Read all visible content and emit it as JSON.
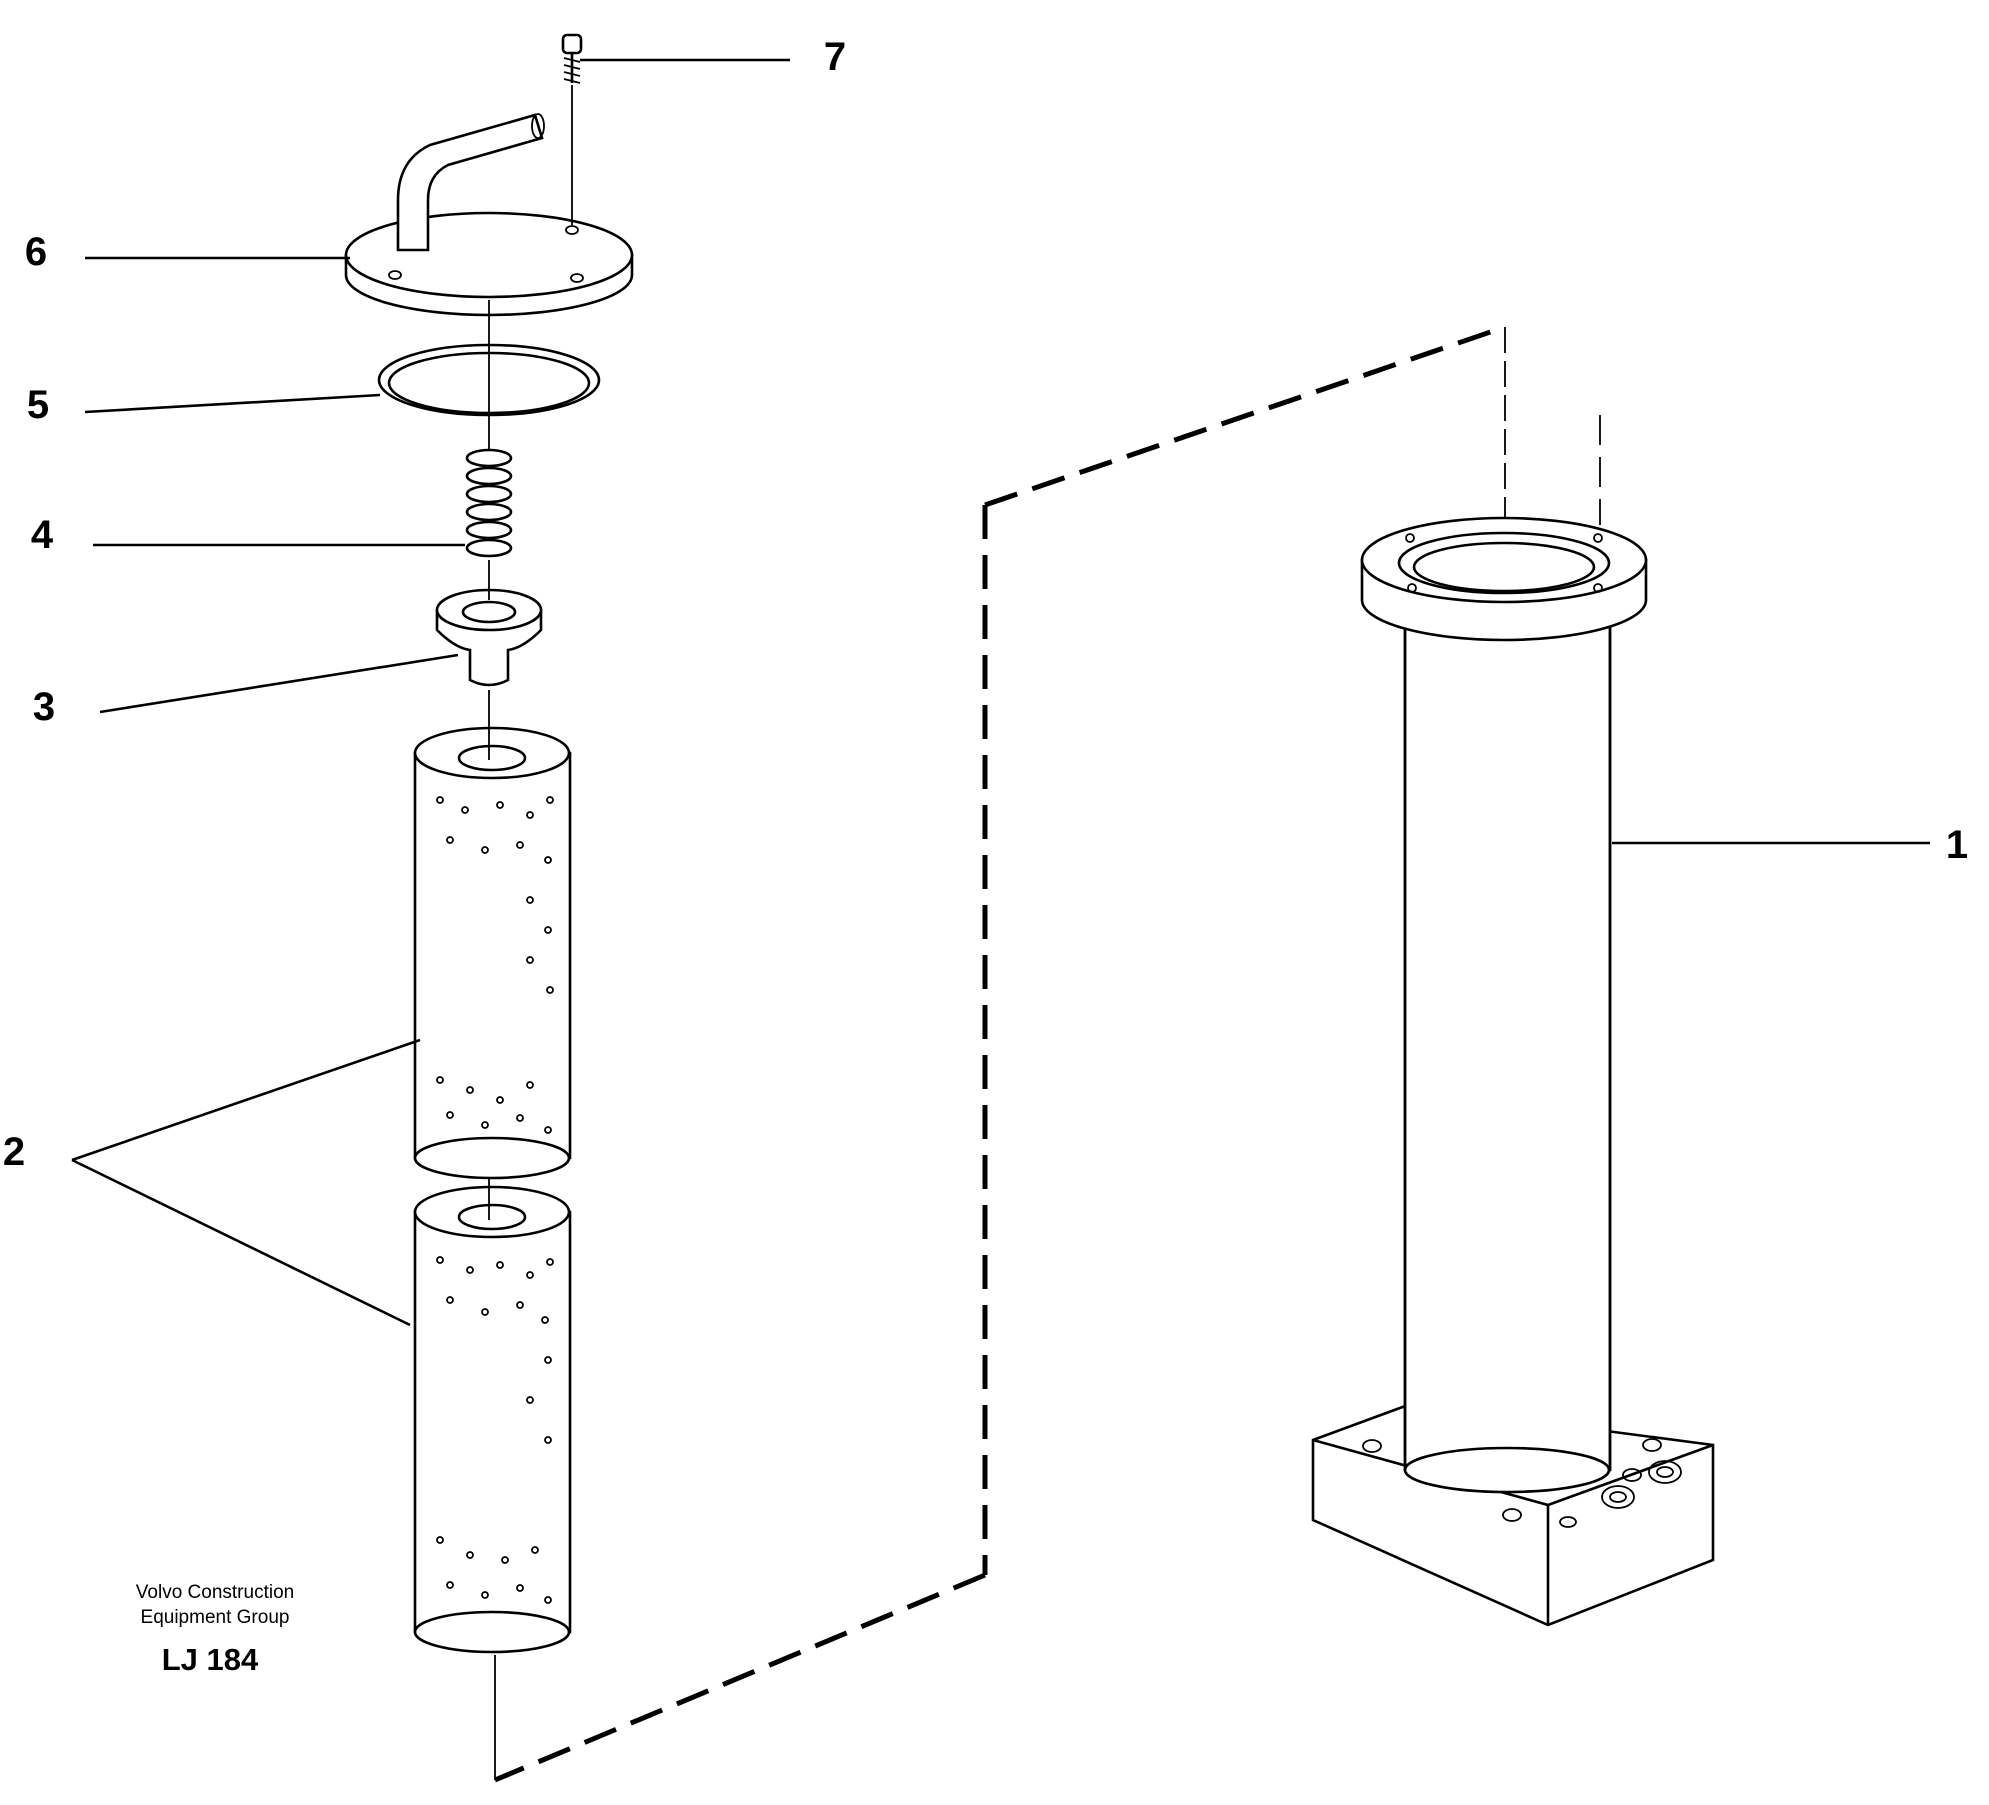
{
  "diagram": {
    "callouts": [
      {
        "id": "1",
        "label": "1"
      },
      {
        "id": "2",
        "label": "2"
      },
      {
        "id": "3",
        "label": "3"
      },
      {
        "id": "4",
        "label": "4"
      },
      {
        "id": "5",
        "label": "5"
      },
      {
        "id": "6",
        "label": "6"
      },
      {
        "id": "7",
        "label": "7"
      }
    ],
    "credit": {
      "line1": "Volvo Construction",
      "line2": "Equipment Group"
    },
    "code": "LJ 184"
  }
}
